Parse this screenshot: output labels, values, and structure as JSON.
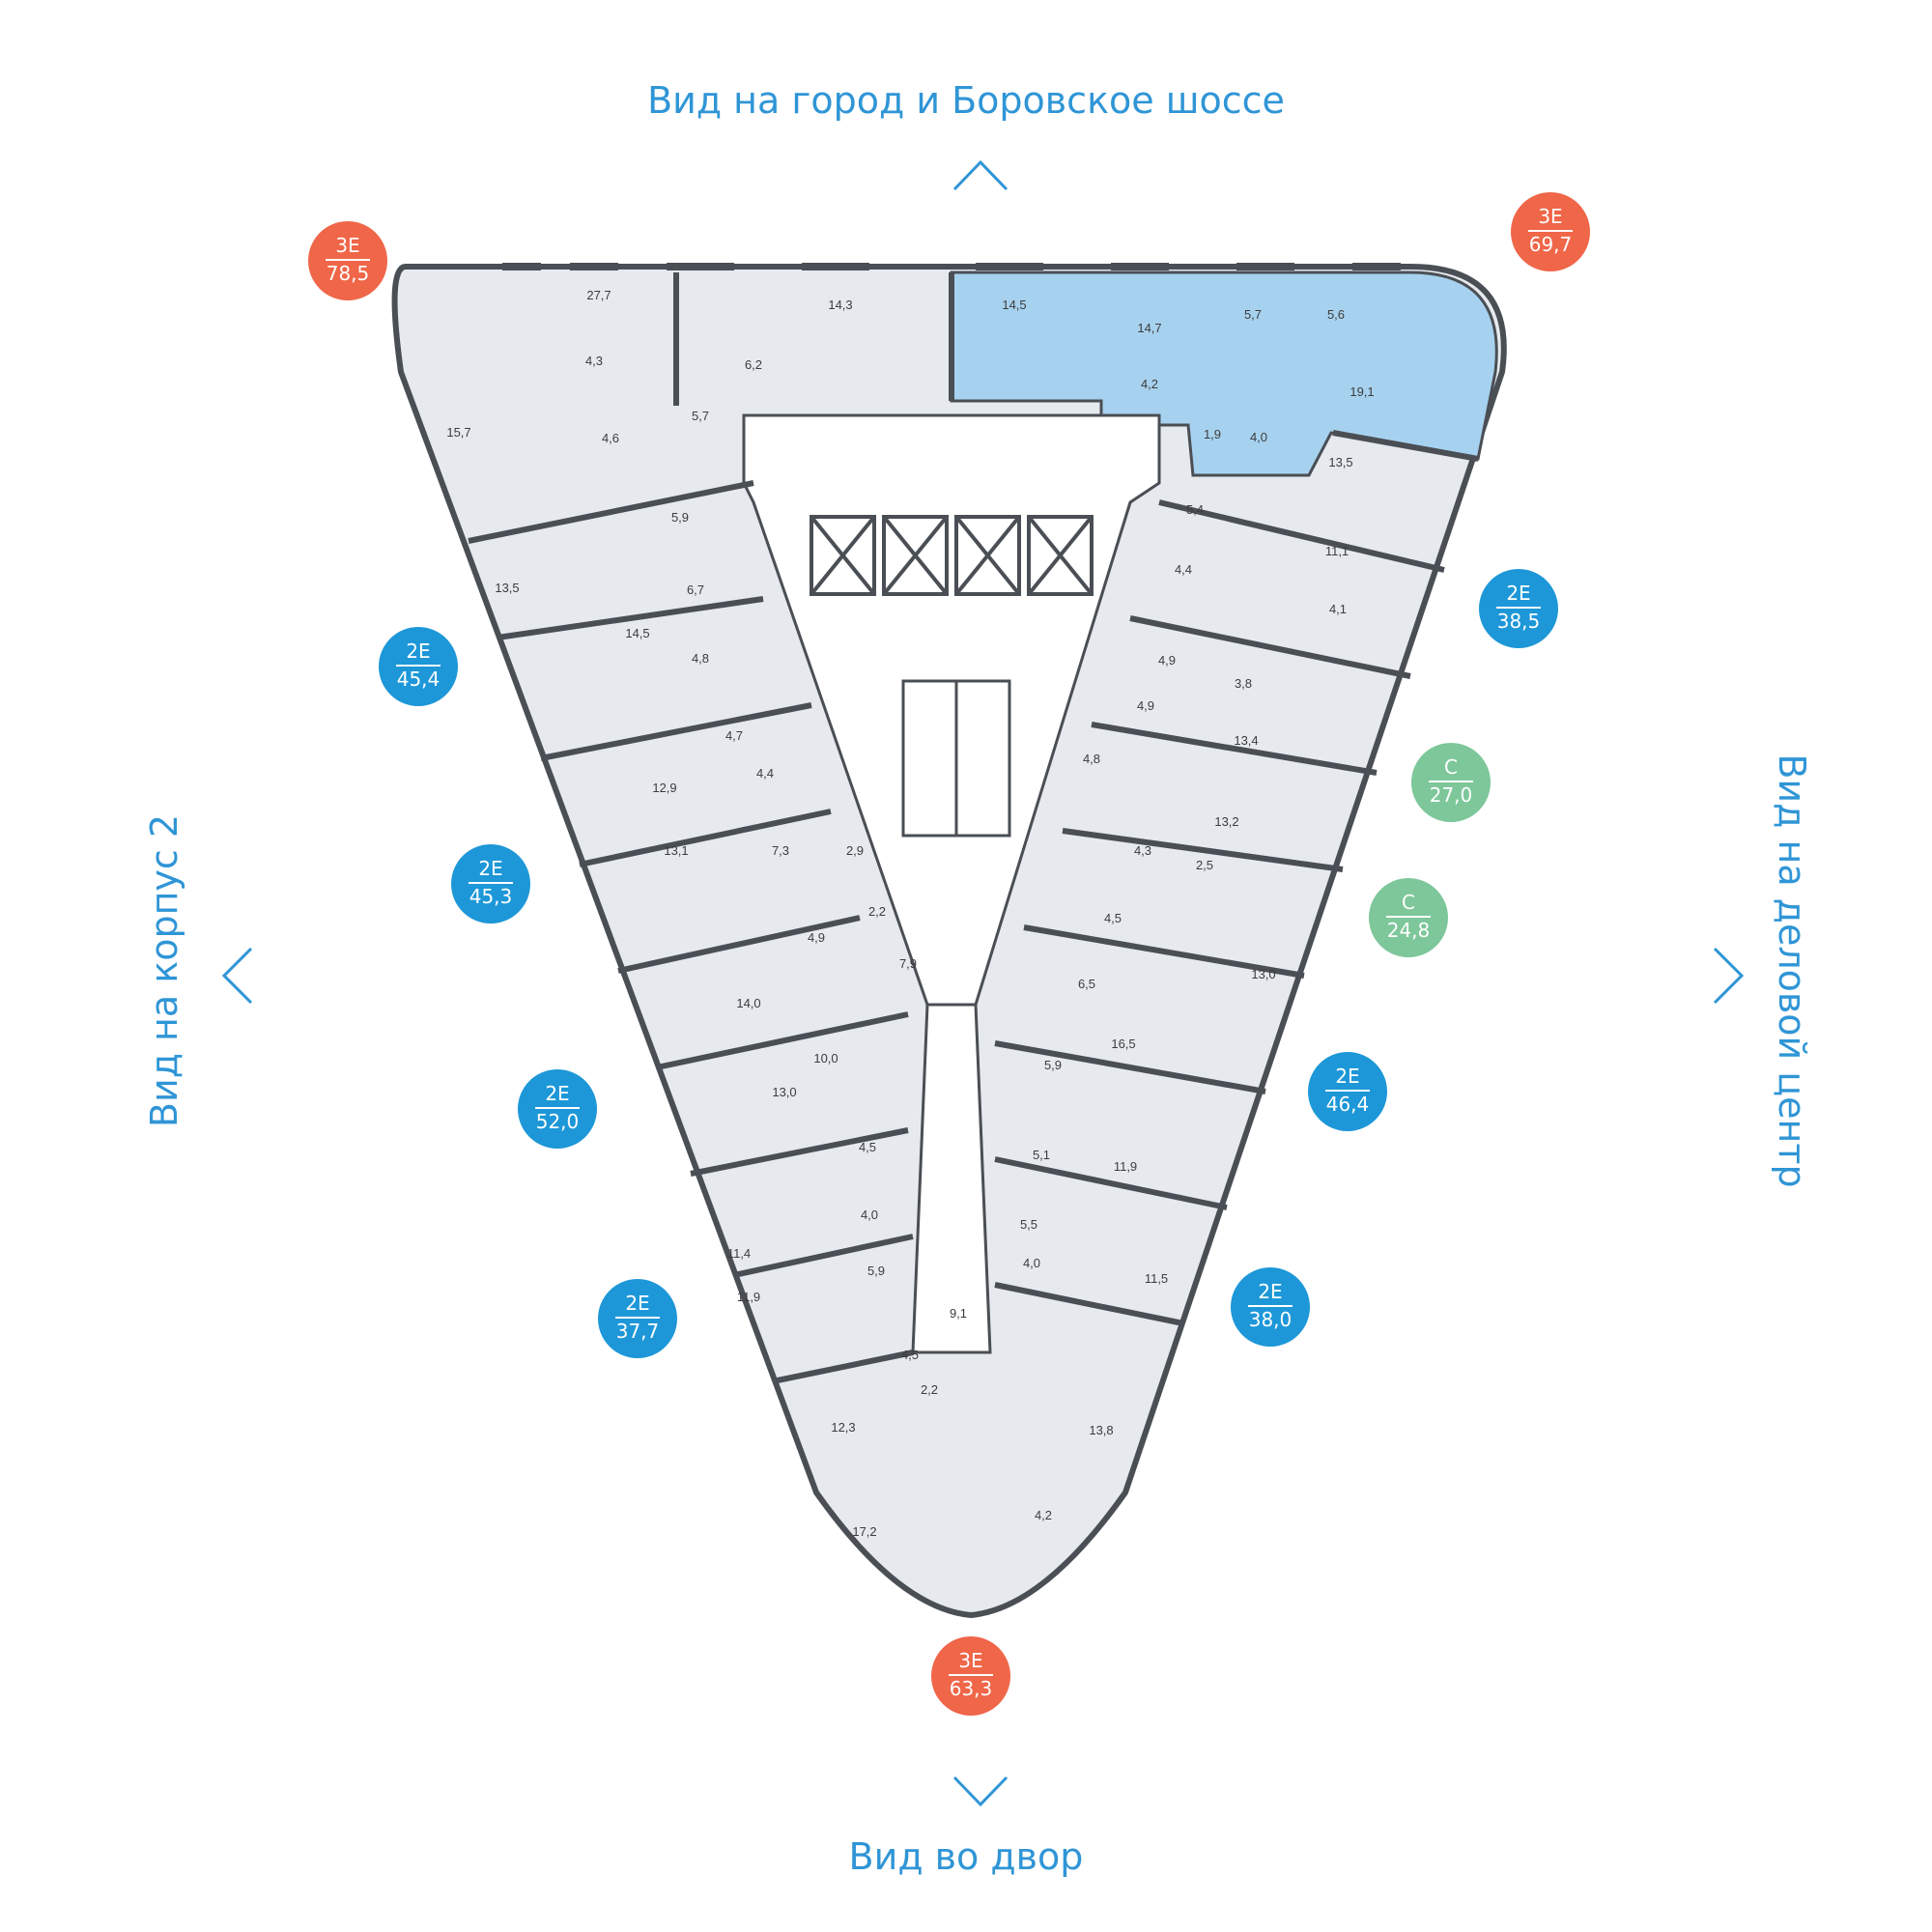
{
  "colors": {
    "view_text": "#2f95d6",
    "badge_3room": "#ef6648",
    "badge_2room": "#1d97d8",
    "badge_studio": "#7dc79a",
    "apartment_fill": "#e6e9ee",
    "selected_fill": "#a7d2ef",
    "wall": "#4a4f55",
    "core": "#ffffff"
  },
  "views": {
    "top": "Вид на город и Боровское шоссе",
    "bottom": "Вид во двор",
    "left": "Вид на корпус 2",
    "right": "Вид на деловой центр"
  },
  "apartments": [
    {
      "id": "top-left",
      "type": "3Е",
      "area": "78,5",
      "kind": "3room"
    },
    {
      "id": "top-right",
      "type": "3Е",
      "area": "69,7",
      "kind": "3room",
      "selected": true
    },
    {
      "id": "right-1",
      "type": "2Е",
      "area": "38,5",
      "kind": "2room"
    },
    {
      "id": "right-2",
      "type": "С",
      "area": "27,0",
      "kind": "studio"
    },
    {
      "id": "right-3",
      "type": "С",
      "area": "24,8",
      "kind": "studio"
    },
    {
      "id": "right-4",
      "type": "2Е",
      "area": "46,4",
      "kind": "2room"
    },
    {
      "id": "right-5",
      "type": "2Е",
      "area": "38,0",
      "kind": "2room"
    },
    {
      "id": "bottom",
      "type": "3Е",
      "area": "63,3",
      "kind": "3room"
    },
    {
      "id": "left-1",
      "type": "2Е",
      "area": "45,4",
      "kind": "2room"
    },
    {
      "id": "left-2",
      "type": "2Е",
      "area": "45,3",
      "kind": "2room"
    },
    {
      "id": "left-3",
      "type": "2Е",
      "area": "52,0",
      "kind": "2room"
    },
    {
      "id": "left-4",
      "type": "2Е",
      "area": "37,7",
      "kind": "2room"
    }
  ],
  "room_areas": [
    "27,7",
    "14,3",
    "4,3",
    "6,2",
    "5,7",
    "4,6",
    "15,7",
    "5,9",
    "13,5",
    "6,7",
    "14,5",
    "4,8",
    "4,7",
    "4,4",
    "12,9",
    "13,1",
    "7,3",
    "2,9",
    "2,2",
    "4,9",
    "14,0",
    "7,9",
    "10,0",
    "13,0",
    "4,5",
    "4,0",
    "11,4",
    "5,9",
    "11,9",
    "9,1",
    "4,5",
    "2,2",
    "12,3",
    "17,2",
    "14,5",
    "14,7",
    "5,7",
    "5,6",
    "4,2",
    "19,1",
    "1,9",
    "4,0",
    "13,5",
    "5,4",
    "11,1",
    "4,4",
    "4,1",
    "4,9",
    "3,8",
    "4,9",
    "13,4",
    "4,8",
    "13,2",
    "4,3",
    "2,5",
    "4,5",
    "13,0",
    "6,5",
    "16,5",
    "5,9",
    "5,1",
    "11,9",
    "5,5",
    "4,0",
    "11,5",
    "13,8",
    "4,2"
  ]
}
